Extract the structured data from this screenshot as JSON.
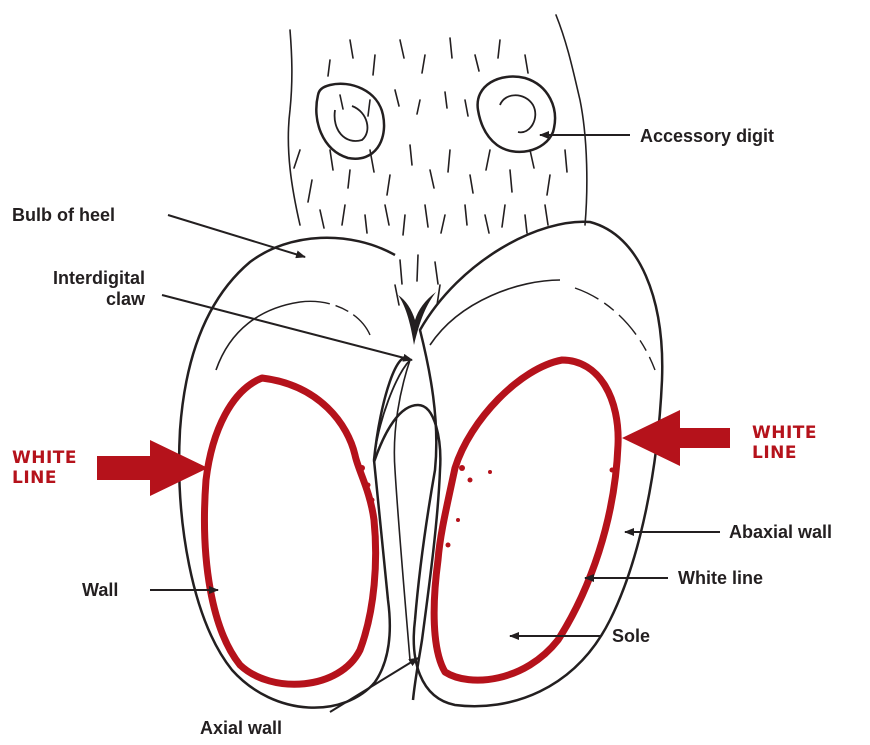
{
  "colors": {
    "ink": "#231f20",
    "accent": "#b5121b"
  },
  "labels": {
    "accessory_digit": "Accessory digit",
    "bulb_of_heel": "Bulb of heel",
    "interdigital_claw_line1": "Interdigital",
    "interdigital_claw_line2": "claw",
    "white_line_left_line1": "WHITE",
    "white_line_left_line2": "LINE",
    "white_line_right_line1": "WHITE",
    "white_line_right_line2": "LINE",
    "abaxial_wall": "Abaxial wall",
    "white_line": "White line",
    "wall": "Wall",
    "sole": "Sole",
    "axial_wall": "Axial wall"
  }
}
